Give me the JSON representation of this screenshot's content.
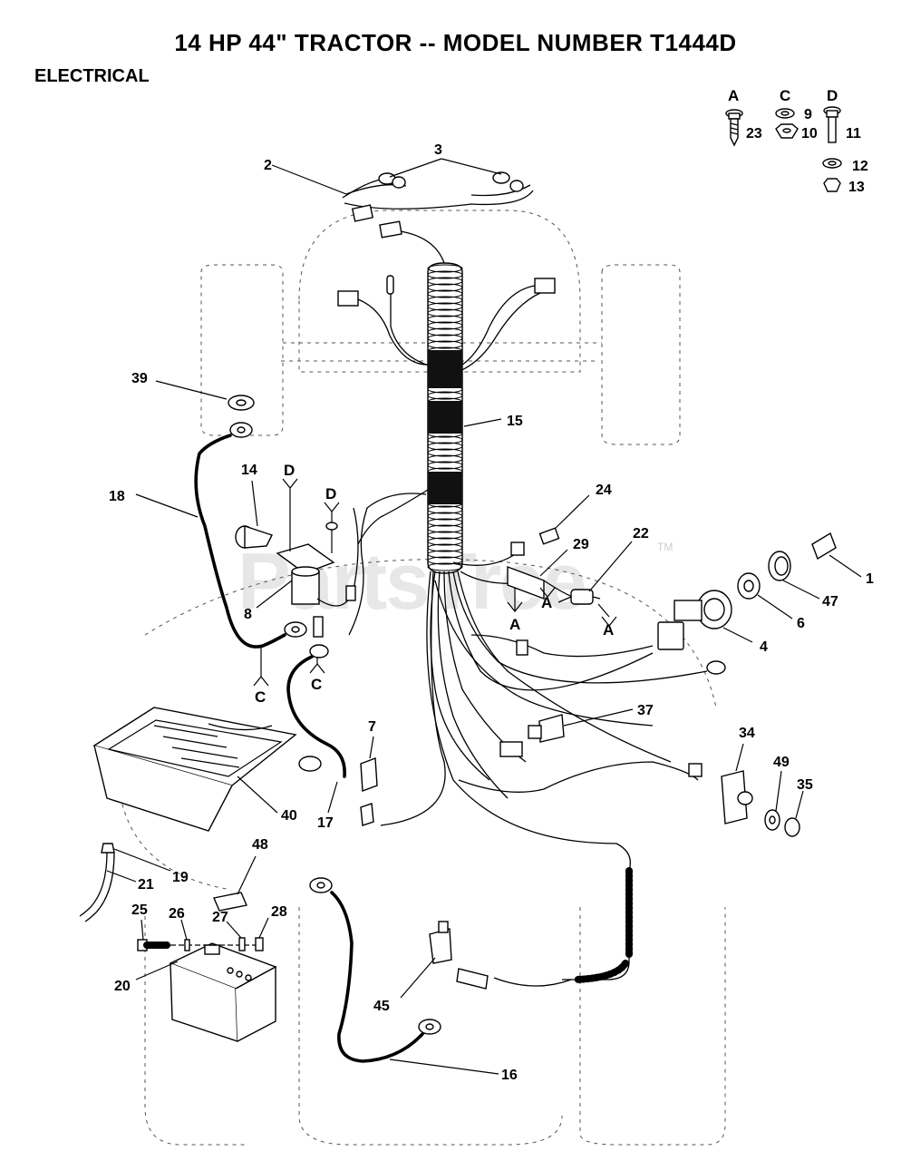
{
  "title": "14 HP 44\" TRACTOR -- MODEL NUMBER T1444D",
  "section": "ELECTRICAL",
  "watermark": "PartsTree",
  "watermark_tm": "TM",
  "hardware_legend": {
    "A": "A",
    "C": "C",
    "D": "D",
    "n23": "23",
    "n9": "9",
    "n10": "10",
    "n11": "11",
    "n12": "12",
    "n13": "13"
  },
  "callouts": {
    "n1": "1",
    "n2": "2",
    "n3": "3",
    "n4": "4",
    "n6": "6",
    "n7": "7",
    "n8": "8",
    "n14": "14",
    "n15": "15",
    "n16": "16",
    "n17": "17",
    "n18": "18",
    "n19": "19",
    "n20": "20",
    "n21": "21",
    "n22": "22",
    "n24": "24",
    "n25": "25",
    "n26": "26",
    "n27": "27",
    "n28": "28",
    "n29": "29",
    "n34": "34",
    "n35": "35",
    "n37": "37",
    "n39": "39",
    "n40": "40",
    "n45": "45",
    "n47": "47",
    "n48": "48",
    "n49": "49"
  },
  "hardware_refs": {
    "d1": "D",
    "d2": "D",
    "c1": "C",
    "c2": "C",
    "a1": "A",
    "a2": "A",
    "a3": "A"
  }
}
